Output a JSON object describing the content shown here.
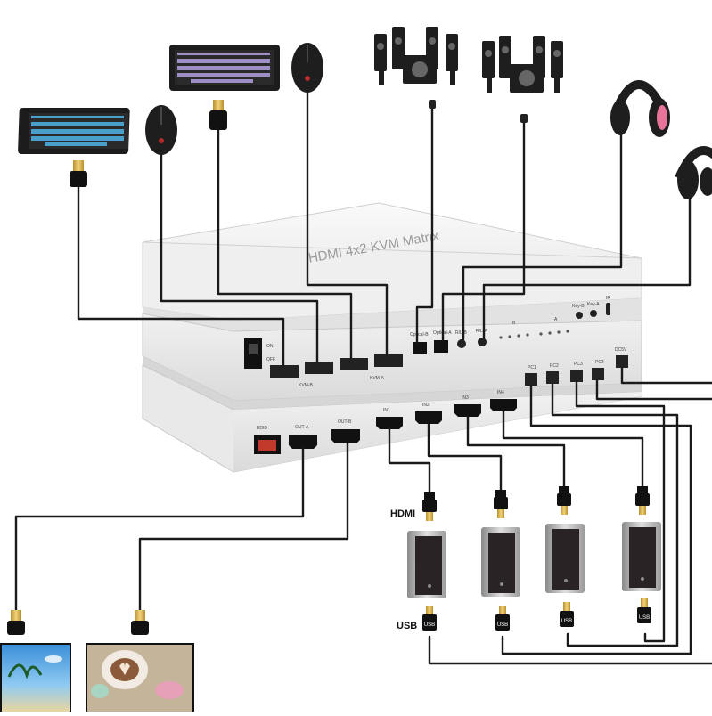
{
  "device": {
    "title": "HDMI 4x2 KVM Matrix",
    "power": {
      "on": "ON",
      "off": "OFF"
    },
    "usb_group_b": "KVM-B",
    "usb_group_a": "KVM-A",
    "optical_b": "Optical-B",
    "optical_a": "Optical-A",
    "mic_b": "R/L-B",
    "mic_a": "R/L-A",
    "group_b": "B",
    "group_a": "A",
    "key_b": "Key-B",
    "key_a": "Key-A",
    "ir": "IR",
    "pc_ports": [
      "PC1",
      "PC2",
      "PC3",
      "PC4"
    ],
    "dc": "DC5V",
    "edid": "EDID",
    "out_a": "OUT-A",
    "out_b": "OUT-B",
    "in_ports": [
      "IN1",
      "IN2",
      "IN3",
      "IN4"
    ]
  },
  "labels": {
    "hdmi": "HDMI",
    "usb": "USB",
    "adapter_usb": "USB"
  },
  "colors": {
    "device_body": "#ececec",
    "device_top": "#f6f6f6",
    "cable": "#1a1a1a",
    "gold": "#d8b24a",
    "headphone_accent": "#e9749a",
    "edid_red": "#c0392b"
  },
  "icons": [
    "keyboard-icon",
    "mouse-icon",
    "speaker-icon",
    "headphones-icon",
    "monitor-icon",
    "pc-adapter-icon",
    "hdmi-plug-icon"
  ]
}
